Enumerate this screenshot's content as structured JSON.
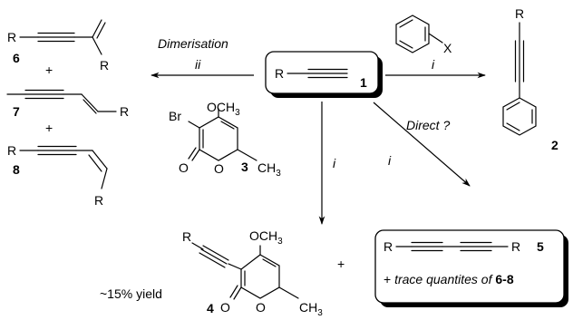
{
  "compounds": {
    "c1": {
      "r": "R",
      "num": "1"
    },
    "c2": {
      "r": "R",
      "num": "2",
      "x_label": "X"
    },
    "c3": {
      "br": "Br",
      "och3": "OCH3",
      "ch3": "CH3",
      "o_ring": "O",
      "o_carbonyl": "O",
      "num": "3"
    },
    "c4": {
      "r": "R",
      "och3": "OCH3",
      "ch3": "CH3",
      "o_ring": "O",
      "o_carbonyl": "O",
      "num": "4"
    },
    "c5": {
      "r_left": "R",
      "r_right": "R",
      "num": "5",
      "trace_prefix": "+ ",
      "trace_text": "trace quantites of ",
      "trace_nums": "6-8"
    },
    "c6": {
      "r1": "R",
      "r2": "R",
      "num": "6"
    },
    "c7": {
      "r": "R",
      "num": "7"
    },
    "c8": {
      "r1": "R",
      "r2": "R",
      "num": "8"
    }
  },
  "plus_signs": [
    "+",
    "+",
    "+"
  ],
  "reactions": {
    "dimerisation": {
      "label": "Dimerisation",
      "condition": "ii"
    },
    "coupling_aryl": {
      "condition": "i"
    },
    "coupling_pyrone": {
      "condition": "i"
    },
    "direct": {
      "label": "Direct ?",
      "condition": "i"
    }
  },
  "yield_note": "~15% yield"
}
